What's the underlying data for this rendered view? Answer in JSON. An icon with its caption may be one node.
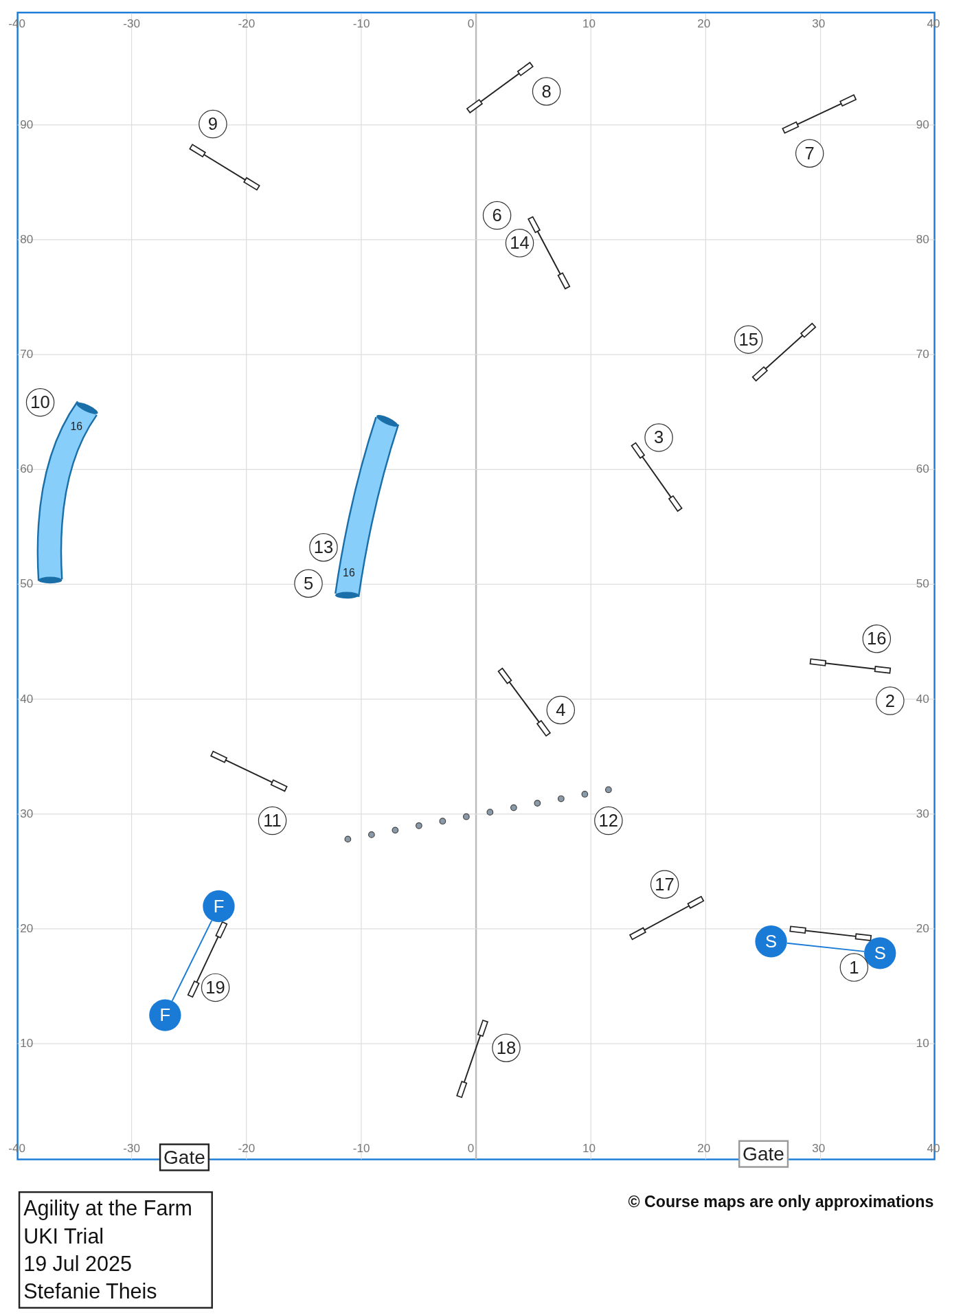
{
  "diagram": {
    "nodes": [
      {
        "text": [
          "8"
        ]
      },
      {
        "text": [
          "9"
        ]
      },
      {
        "text": [
          "7"
        ]
      },
      {
        "text": [
          "6"
        ]
      },
      {
        "text": [
          "14"
        ]
      },
      {
        "text": [
          "15"
        ]
      },
      {
        "text": [
          "10"
        ]
      },
      {
        "text": [
          "16"
        ]
      },
      {
        "text": [
          "3"
        ]
      },
      {
        "text": [
          "13"
        ]
      },
      {
        "text": [
          "16"
        ]
      },
      {
        "text": [
          "5"
        ]
      },
      {
        "text": [
          "16"
        ]
      },
      {
        "text": [
          "2"
        ]
      },
      {
        "text": [
          "4"
        ]
      },
      {
        "text": [
          "11"
        ]
      },
      {
        "text": [
          "12"
        ]
      },
      {
        "text": [
          "17"
        ]
      },
      {
        "text": [
          "F"
        ]
      },
      {
        "text": [
          "S"
        ]
      },
      {
        "text": [
          "S"
        ]
      },
      {
        "text": [
          "1"
        ]
      },
      {
        "text": [
          "19"
        ]
      },
      {
        "text": [
          "F"
        ]
      },
      {
        "text": [
          "18"
        ]
      },
      {
        "text": [
          "Gate"
        ]
      },
      {
        "text": [
          "Gate"
        ]
      },
      {
        "text": [
          "Agility at the Farm",
          "UKI Trial",
          "19 Jul 2025",
          "Stefanie Theis"
        ]
      }
    ],
    "edges": [
      {
        "from": 19,
        "to": 20,
        "arrow": "none"
      },
      {
        "from": 18,
        "to": 23,
        "arrow": "none"
      }
    ],
    "labels": [
      "-40",
      "-30",
      "-20",
      "-10",
      "0",
      "10",
      "20",
      "30",
      "40",
      "90",
      "90",
      "80",
      "80",
      "70",
      "70",
      "60",
      "60",
      "50",
      "50",
      "40",
      "40",
      "30",
      "30",
      "20",
      "20",
      "10",
      "10",
      "-40",
      "-30",
      "-20",
      "-10",
      "0",
      "10",
      "20",
      "30",
      "40",
      "© Course maps are only approximations"
    ]
  }
}
